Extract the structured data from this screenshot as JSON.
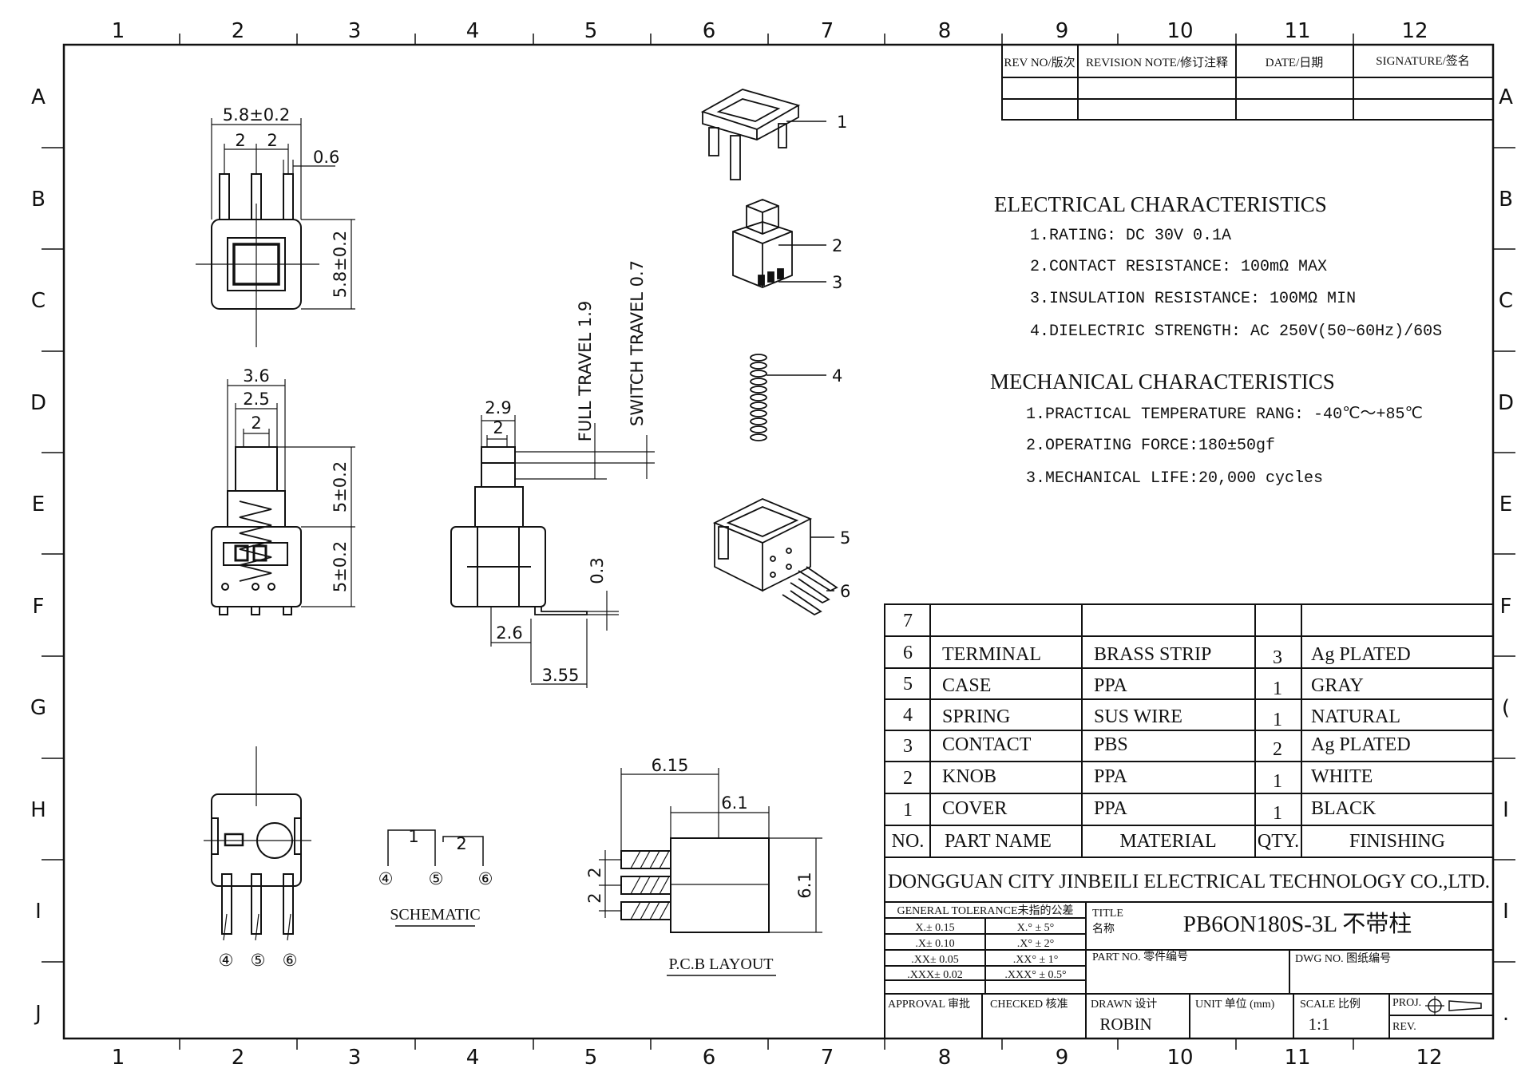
{
  "grid": {
    "columns": [
      "1",
      "2",
      "3",
      "4",
      "5",
      "6",
      "7",
      "8",
      "9",
      "10",
      "11",
      "12"
    ],
    "columns_bottom": [
      "1",
      "2",
      "3",
      "4",
      "5",
      "6",
      "7",
      "8",
      "9",
      "10",
      "11",
      "12"
    ],
    "rows_left": [
      "A",
      "B",
      "C",
      "D",
      "E",
      "F",
      "G",
      "H",
      "I",
      "J"
    ],
    "rows_right": [
      "A",
      "B",
      "C",
      "D",
      "E",
      "F",
      "(",
      "I",
      "I",
      "."
    ]
  },
  "revision_table": {
    "headers": [
      "REV NO/版次",
      "REVISION NOTE/修订注释",
      "DATE/日期",
      "SIGNATURE/签名"
    ]
  },
  "electrical": {
    "title": "ELECTRICAL  CHARACTERISTICS",
    "items": [
      "1.RATING: DC 30V 0.1A",
      "2.CONTACT RESISTANCE: 100mΩ MAX",
      "3.INSULATION RESISTANCE: 100MΩ MIN",
      "4.DIELECTRIC STRENGTH: AC 250V(50~60Hz)/60S"
    ]
  },
  "mechanical": {
    "title": "MECHANICAL  CHARACTERISTICS",
    "items": [
      "1.PRACTICAL TEMPERATURE RANG: -40℃～+85℃",
      "2.OPERATING FORCE:180±50gf",
      "3.MECHANICAL LIFE:20,000 cycles"
    ]
  },
  "dims": {
    "top_width": "5.8±0.2",
    "top_pitch_a": "2",
    "top_pitch_b": "2",
    "top_pin": "0.6",
    "top_height": "5.8±0.2",
    "front_36": "3.6",
    "front_25": "2.5",
    "front_2": "2",
    "front_h1": "5±0.2",
    "front_h2": "5±0.2",
    "side_29": "2.9",
    "side_2": "2",
    "full_travel": "FULL TRAVEL 1.9",
    "switch_travel": "SWITCH TRAVEL 0.7",
    "side_03": "0.3",
    "side_26": "2.6",
    "side_355": "3.55",
    "pcb_615": "6.15",
    "pcb_61a": "6.1",
    "pcb_61b": "6.1",
    "pcb_2a": "2",
    "pcb_2b": "2"
  },
  "labels": {
    "schematic": "SCHEMATIC",
    "pcb_layout": "P.C.B LAYOUT",
    "sch_1": "1",
    "sch_2": "2",
    "pins": [
      "④",
      "⑤",
      "⑥"
    ],
    "parts": [
      "1",
      "2",
      "3",
      "4",
      "5",
      "6"
    ]
  },
  "bom": {
    "rows": [
      {
        "no": "7",
        "name": "",
        "material": "",
        "qty": "",
        "finish": ""
      },
      {
        "no": "6",
        "name": "TERMINAL",
        "material": "BRASS STRIP",
        "qty": "3",
        "finish": "Ag PLATED"
      },
      {
        "no": "5",
        "name": "CASE",
        "material": "PPA",
        "qty": "1",
        "finish": "GRAY"
      },
      {
        "no": "4",
        "name": "SPRING",
        "material": "SUS WIRE",
        "qty": "1",
        "finish": "NATURAL"
      },
      {
        "no": "3",
        "name": "CONTACT",
        "material": "PBS",
        "qty": "2",
        "finish": "Ag PLATED"
      },
      {
        "no": "2",
        "name": "KNOB",
        "material": "PPA",
        "qty": "1",
        "finish": "WHITE"
      },
      {
        "no": "1",
        "name": "COVER",
        "material": "PPA",
        "qty": "1",
        "finish": "BLACK"
      }
    ],
    "headers": {
      "no": "NO.",
      "name": "PART NAME",
      "material": "MATERIAL",
      "qty": "QTY.",
      "finish": "FINISHING"
    }
  },
  "title_block": {
    "company": "DONGGUAN CITY JINBEILI ELECTRICAL TECHNOLOGY CO.,LTD.",
    "tolerance_title": "GENERAL TOLERANCE未指的公差",
    "tolerances": [
      [
        "X.± 0.15",
        "X.° ± 5°"
      ],
      [
        ".X± 0.10",
        ".X° ± 2°"
      ],
      [
        ".XX± 0.05",
        ".XX° ± 1°"
      ],
      [
        ".XXX± 0.02",
        ".XXX° ± 0.5°"
      ]
    ],
    "title_label": "TITLE",
    "title_label_cn": "名称",
    "title_value": "PB6ON180S-3L  不带柱",
    "part_no": "PART NO. 零件编号",
    "dwg_no": "DWG NO. 图纸编号",
    "approval": "APPROVAL 审批",
    "checked": "CHECKED 核准",
    "drawn": "DRAWN 设计",
    "drawn_by": "ROBIN",
    "unit": "UNIT 单位 (mm)",
    "scale": "SCALE 比例",
    "scale_value": "1:1",
    "proj": "PROJ.",
    "rev": "REV."
  }
}
